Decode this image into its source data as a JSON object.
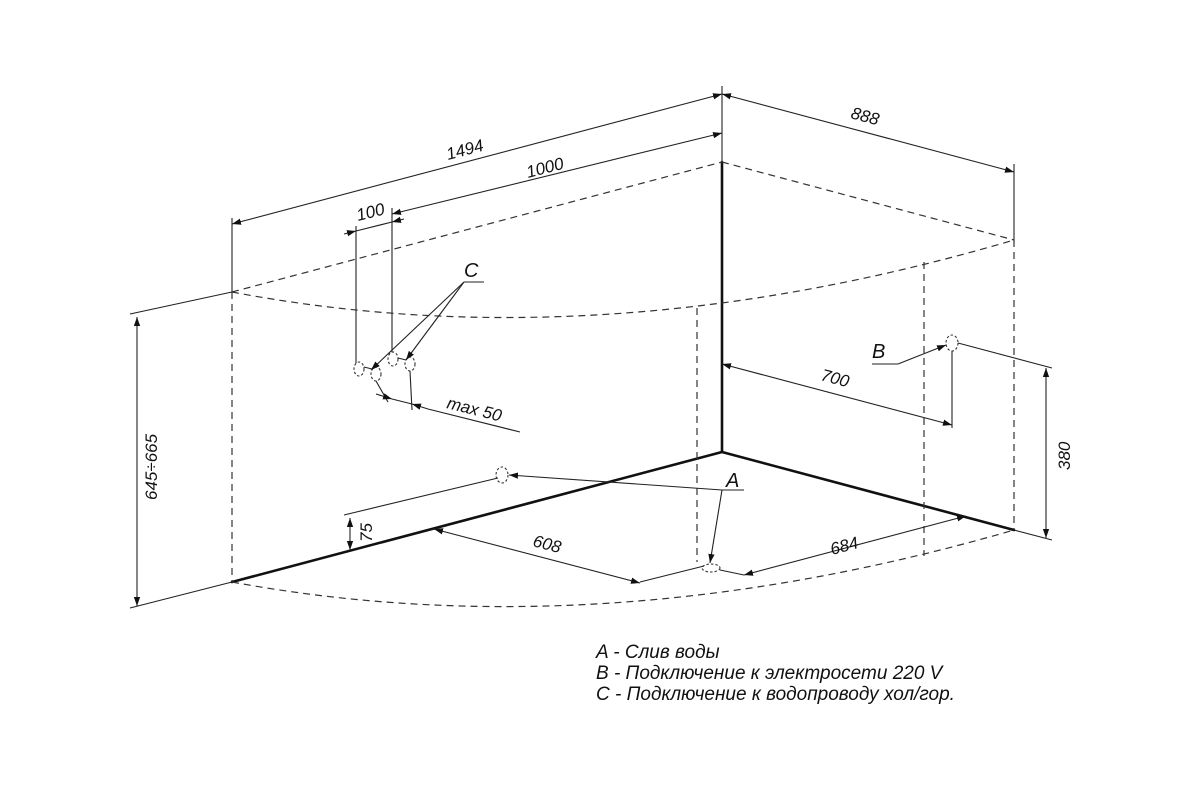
{
  "dimensions": {
    "total_length": "1494",
    "width": "888",
    "inner_length": "1000",
    "supply_spacing": "100",
    "supply_offset": "max 50",
    "height": "645÷665",
    "drain_height": "75",
    "drain_offset_left": "608",
    "drain_offset_right": "684",
    "power_offset": "700",
    "power_height": "380"
  },
  "markers": {
    "drain": "A",
    "power": "B",
    "supply": "C"
  },
  "legend": [
    "A - Слив воды",
    "B - Подключение к электросети 220 V",
    "C - Подключение к водопроводу хол/гор."
  ],
  "colors": {
    "line": "#111111",
    "background": "#ffffff"
  }
}
